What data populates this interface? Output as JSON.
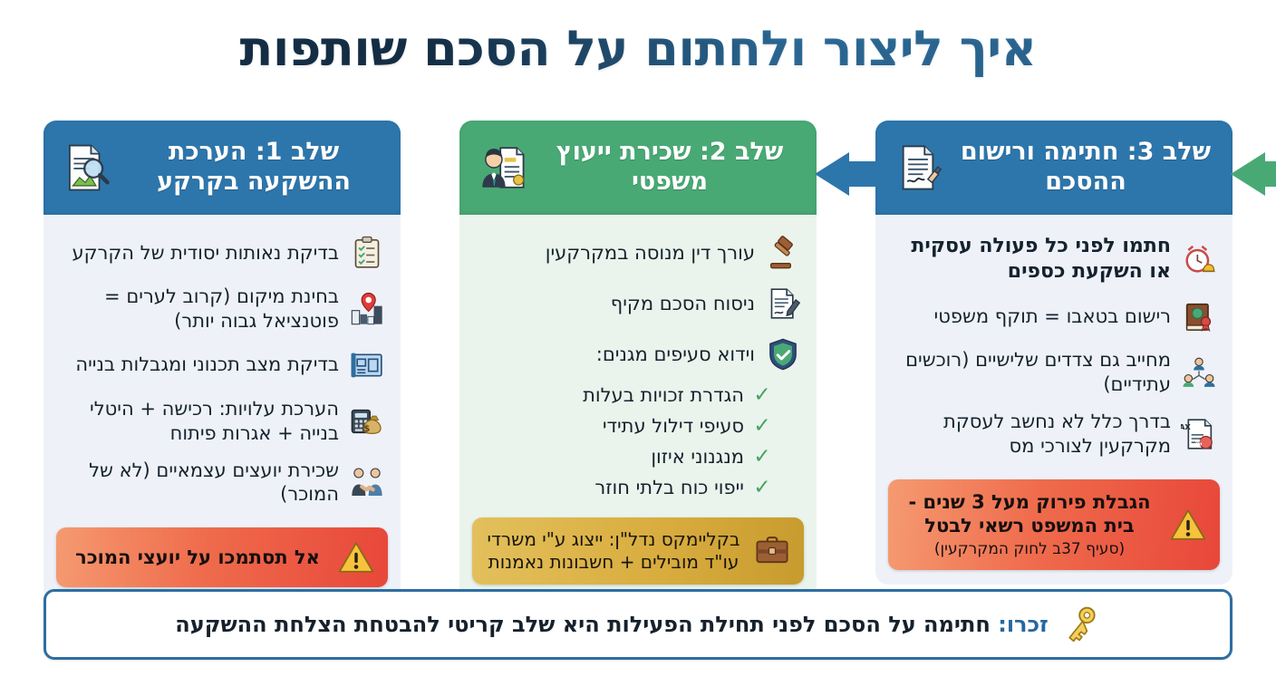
{
  "title": "איך ליצור ולחתום על הסכם שותפות",
  "colors": {
    "blue_header": "#2d76ac",
    "green_header": "#49a974",
    "blue_body": "#eef2f8",
    "green_body": "#eaf4ec",
    "red_banner": "#e8473a",
    "gold_banner": "#d9ad3f",
    "footer_border": "#2d6ea2",
    "title_text": "#16314a",
    "check_green": "#43a35f"
  },
  "steps": [
    {
      "id": "step3",
      "theme": "blue",
      "header": "שלב 3: חתימה ורישום ההסכם",
      "header_icon": "signed-document-icon",
      "bullets": [
        {
          "icon": "alarm-clock-icon",
          "text": "חתמו לפני כל פעולה עסקית או השקעת כספים",
          "bold": true
        },
        {
          "icon": "registry-book-icon",
          "text": "רישום בטאבו = תוקף משפטי",
          "bold": false
        },
        {
          "icon": "people-network-icon",
          "text": "מחייב גם צדדים שלישיים (רוכשים עתידיים)",
          "bold": false
        },
        {
          "icon": "tax-document-icon",
          "text": "בדרך כלל לא נחשב לעסקת מקרקעין לצורכי מס",
          "bold": false
        }
      ],
      "banner": {
        "type": "red",
        "icon": "warning-triangle-icon",
        "main": "הגבלת פירוק מעל 3 שנים - בית המשפט רשאי לבטל",
        "sub": "(סעיף 37ב לחוק המקרקעין)"
      }
    },
    {
      "id": "step2",
      "theme": "green",
      "header": "שלב 2: שכירת ייעוץ משפטי",
      "header_icon": "lawyer-certificate-icon",
      "bullets": [
        {
          "icon": "gavel-icon",
          "text": "עורך דין מנוסה במקרקעין",
          "bold": false
        },
        {
          "icon": "contract-pen-icon",
          "text": "ניסוח הסכם מקיף",
          "bold": false
        },
        {
          "icon": "shield-check-icon",
          "text": "וידוא סעיפים מגנים:",
          "bold": false
        }
      ],
      "checks": [
        "הגדרת זכויות בעלות",
        "סעיפי דילול עתידי",
        "מנגנוני איזון",
        "ייפוי כוח בלתי חוזר"
      ],
      "banner": {
        "type": "gold",
        "icon": "briefcase-icon",
        "lead": "בקלаймקס נדל\"ן:",
        "main": "בקליימקס נדל\"ן: ייצוג ע\"י משרדי עו\"ד מובילים + חשבונות נאמנות"
      }
    },
    {
      "id": "step1",
      "theme": "blue",
      "header": "שלב 1: הערכת ההשקעה בקרקע",
      "header_icon": "land-survey-icon",
      "bullets": [
        {
          "icon": "clipboard-check-icon",
          "text": "בדיקת נאותות יסודית של הקרקע",
          "bold": false
        },
        {
          "icon": "location-pin-city-icon",
          "text": "בחינת מיקום (קרוב לערים = פוטנציאל גבוה יותר)",
          "bold": false
        },
        {
          "icon": "blueprint-icon",
          "text": "בדיקת מצב תכנוני ומגבלות בנייה",
          "bold": false
        },
        {
          "icon": "calculator-money-icon",
          "text": "הערכת עלויות: רכישה + היטלי בנייה + אגרות פיתוח",
          "bold": false
        },
        {
          "icon": "handshake-icon",
          "text": "שכירת יועצים עצמאיים (לא של המוכר)",
          "bold": false
        }
      ],
      "banner": {
        "type": "red",
        "icon": "warning-triangle-icon",
        "main": "אל תסתמכו על יועצי המוכר",
        "sub": ""
      }
    }
  ],
  "arrows": [
    {
      "id": "arrow-step1-to-step2",
      "color": "#2d76ac",
      "direction": "left"
    },
    {
      "id": "arrow-step2-to-step3",
      "color": "#49a974",
      "direction": "left"
    }
  ],
  "footer": {
    "icon": "key-icon",
    "lead": "זכרו:",
    "text": " חתימה על הסכם לפני תחילת הפעילות היא שלב קריטי להבטחת הצלחת ההשקעה"
  }
}
